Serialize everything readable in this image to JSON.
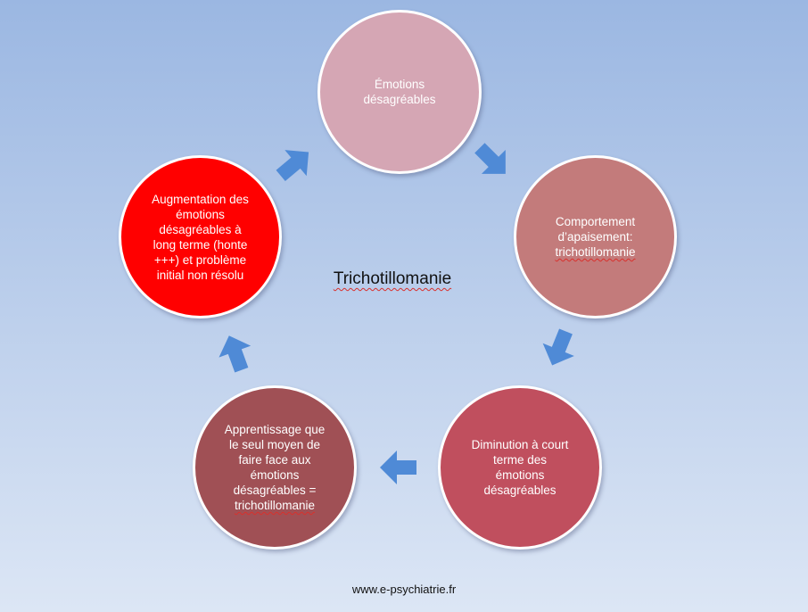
{
  "diagram": {
    "center_label": "Trichotillomanie",
    "footer_url": "www.e-psychiatrie.fr",
    "colors": {
      "node_emotions": "#d5a6b4",
      "node_comportement": "#c37b7b",
      "node_diminution": "#c04f5e",
      "node_apprentissage": "#a05055",
      "node_augmentation": "#ff0000",
      "arrow": "#4f8ad6",
      "background_top": "#9bb7e2",
      "background_bottom": "#dce6f5"
    },
    "nodes": [
      {
        "id": "emotions",
        "lines": [
          "Émotions",
          "désagréables"
        ]
      },
      {
        "id": "comportement",
        "lines": [
          "Comportement",
          "d’apaisement:"
        ],
        "underlined": "trichotillomanie"
      },
      {
        "id": "diminution",
        "lines": [
          "Diminution à court",
          "terme des",
          "émotions",
          "désagréables"
        ]
      },
      {
        "id": "apprentissage",
        "lines": [
          "Apprentissage que",
          "le seul moyen de",
          "faire face aux",
          "émotions",
          "désagréables ="
        ],
        "underlined": "trichotillomanie"
      },
      {
        "id": "augmentation",
        "lines": [
          "Augmentation des",
          "émotions",
          "désagréables à",
          "long terme (honte",
          "+++) et problème",
          "initial non résolu"
        ]
      }
    ]
  }
}
